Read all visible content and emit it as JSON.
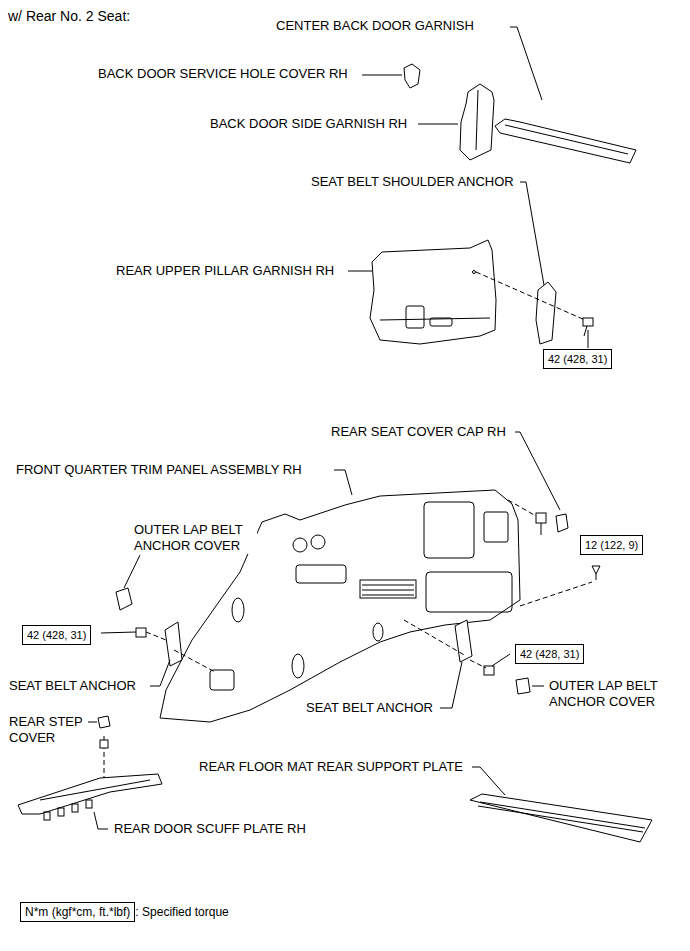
{
  "diagram": {
    "title": "w/ Rear No. 2 Seat:",
    "nodes": [
      {
        "text": [
          "42 (428, 31)"
        ]
      },
      {
        "text": [
          "12 (122, 9)"
        ]
      },
      {
        "text": [
          "42 (428, 31)"
        ]
      },
      {
        "text": [
          "42 (428, 31)"
        ]
      },
      {
        "text": [
          "N*m (kgf*cm, ft.*lbf)",
          ": Specified torque"
        ]
      }
    ],
    "labels": [
      "CENTER BACK DOOR GARNISH",
      "BACK DOOR SERVICE HOLE COVER RH",
      "BACK DOOR SIDE GARNISH RH",
      "SEAT BELT SHOULDER ANCHOR",
      "REAR UPPER PILLAR GARNISH RH",
      "REAR SEAT COVER CAP RH",
      "FRONT QUARTER TRIM PANEL ASSEMBLY RH",
      "OUTER LAP BELT ANCHOR COVER",
      "SEAT BELT ANCHOR",
      "SEAT BELT ANCHOR",
      "OUTER LAP BELT ANCHOR COVER",
      "REAR STEP COVER",
      "REAR FLOOR MAT REAR SUPPORT PLATE",
      "REAR DOOR SCUFF PLATE RH"
    ]
  }
}
